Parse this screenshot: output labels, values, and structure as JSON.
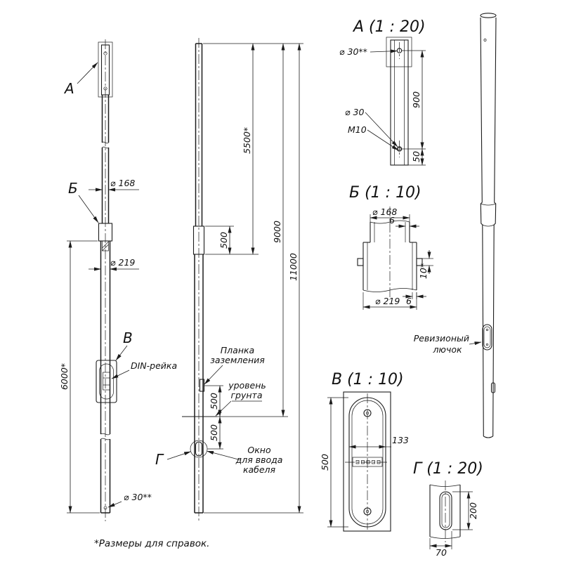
{
  "callouts": {
    "a": "А",
    "b": "Б",
    "v": "В",
    "g": "Г"
  },
  "pole_left": {
    "dim_d168": "⌀ 168",
    "dim_d219": "⌀ 219",
    "dim_6000": "6000*",
    "dim_d30": "⌀ 30**",
    "din_label": "DIN-рейка"
  },
  "pole_mid": {
    "dim_500_coupling": "500",
    "dim_5500": "5500*",
    "dim_9000": "9000",
    "dim_11000": "11000",
    "dim_500_upper": "500",
    "dim_500_lower": "500",
    "grounding_label": [
      "Планка",
      "заземления"
    ],
    "ground_label": [
      "уровень",
      "грунта"
    ],
    "window_label": [
      "Окно",
      "для ввода",
      "кабеля"
    ]
  },
  "detail_a": {
    "title": "А (1 : 20)",
    "dim_d30_top": "⌀ 30**",
    "dim_d30": "⌀ 30",
    "thread": "М10",
    "dim_900": "900",
    "dim_50": "50"
  },
  "detail_b": {
    "title": "Б (1 : 10)",
    "dim_d168": "⌀ 168",
    "wall_top": "6",
    "dim_10": "10*",
    "wall_bottom": "6",
    "dim_d219": "⌀ 219"
  },
  "detail_v": {
    "title": "В (1 : 10)",
    "dim_133": "133",
    "dim_500": "500"
  },
  "detail_g": {
    "title": "Г (1 : 20)",
    "dim_200": "200",
    "dim_70": "70"
  },
  "pole_3d": {
    "hatch_label": [
      "Ревизионый",
      "лючок"
    ]
  },
  "footnote": "*Размеры для справок."
}
